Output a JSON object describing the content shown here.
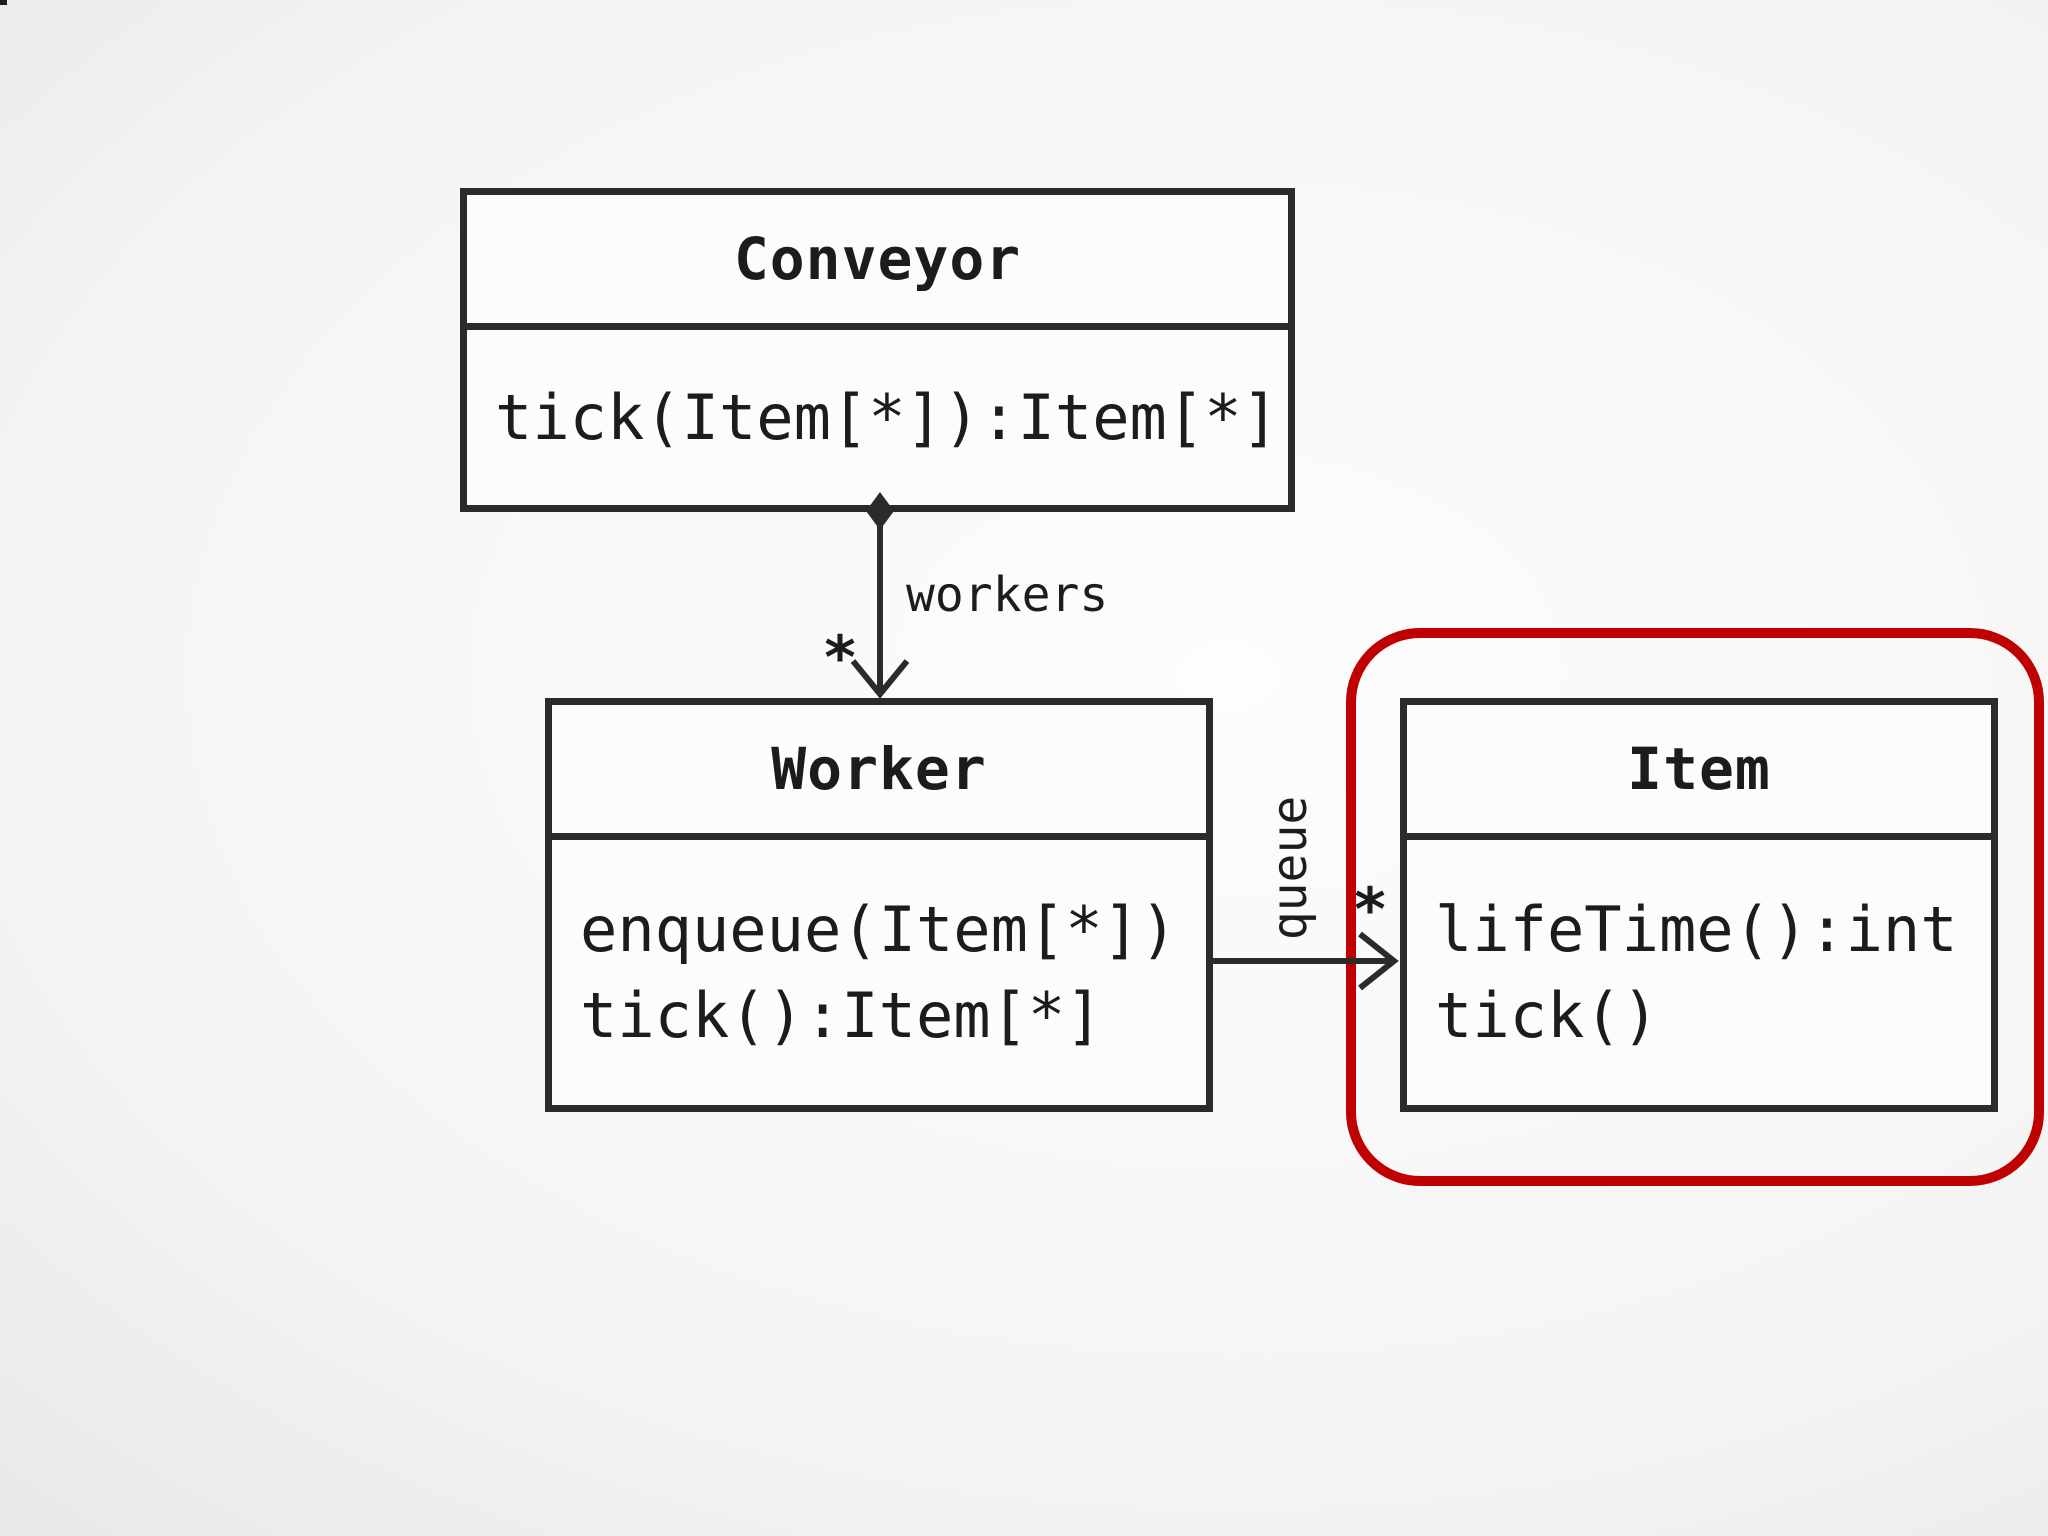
{
  "diagram": {
    "classes": [
      {
        "name": "Conveyor",
        "methods": [
          "tick(Item[*]):Item[*]"
        ]
      },
      {
        "name": "Worker",
        "methods": [
          "enqueue(Item[*])",
          "tick():Item[*]"
        ]
      },
      {
        "name": "Item",
        "methods": [
          "lifeTime():int",
          "tick()"
        ]
      }
    ],
    "relations": [
      {
        "type": "composition",
        "from": "Conveyor",
        "to": "Worker",
        "label": "workers",
        "multiplicity": "*"
      },
      {
        "type": "directed-association",
        "from": "Worker",
        "to": "Item",
        "label": "queue",
        "multiplicity": "*"
      }
    ],
    "highlight": {
      "shape": "rounded-rectangle",
      "around": "Item",
      "color": "#bf0101"
    }
  },
  "colors": {
    "line": "#2b2b2b",
    "highlight_red": "#bf0101",
    "box_fill": "#fcfcfc",
    "text": "#1c1c1c"
  }
}
